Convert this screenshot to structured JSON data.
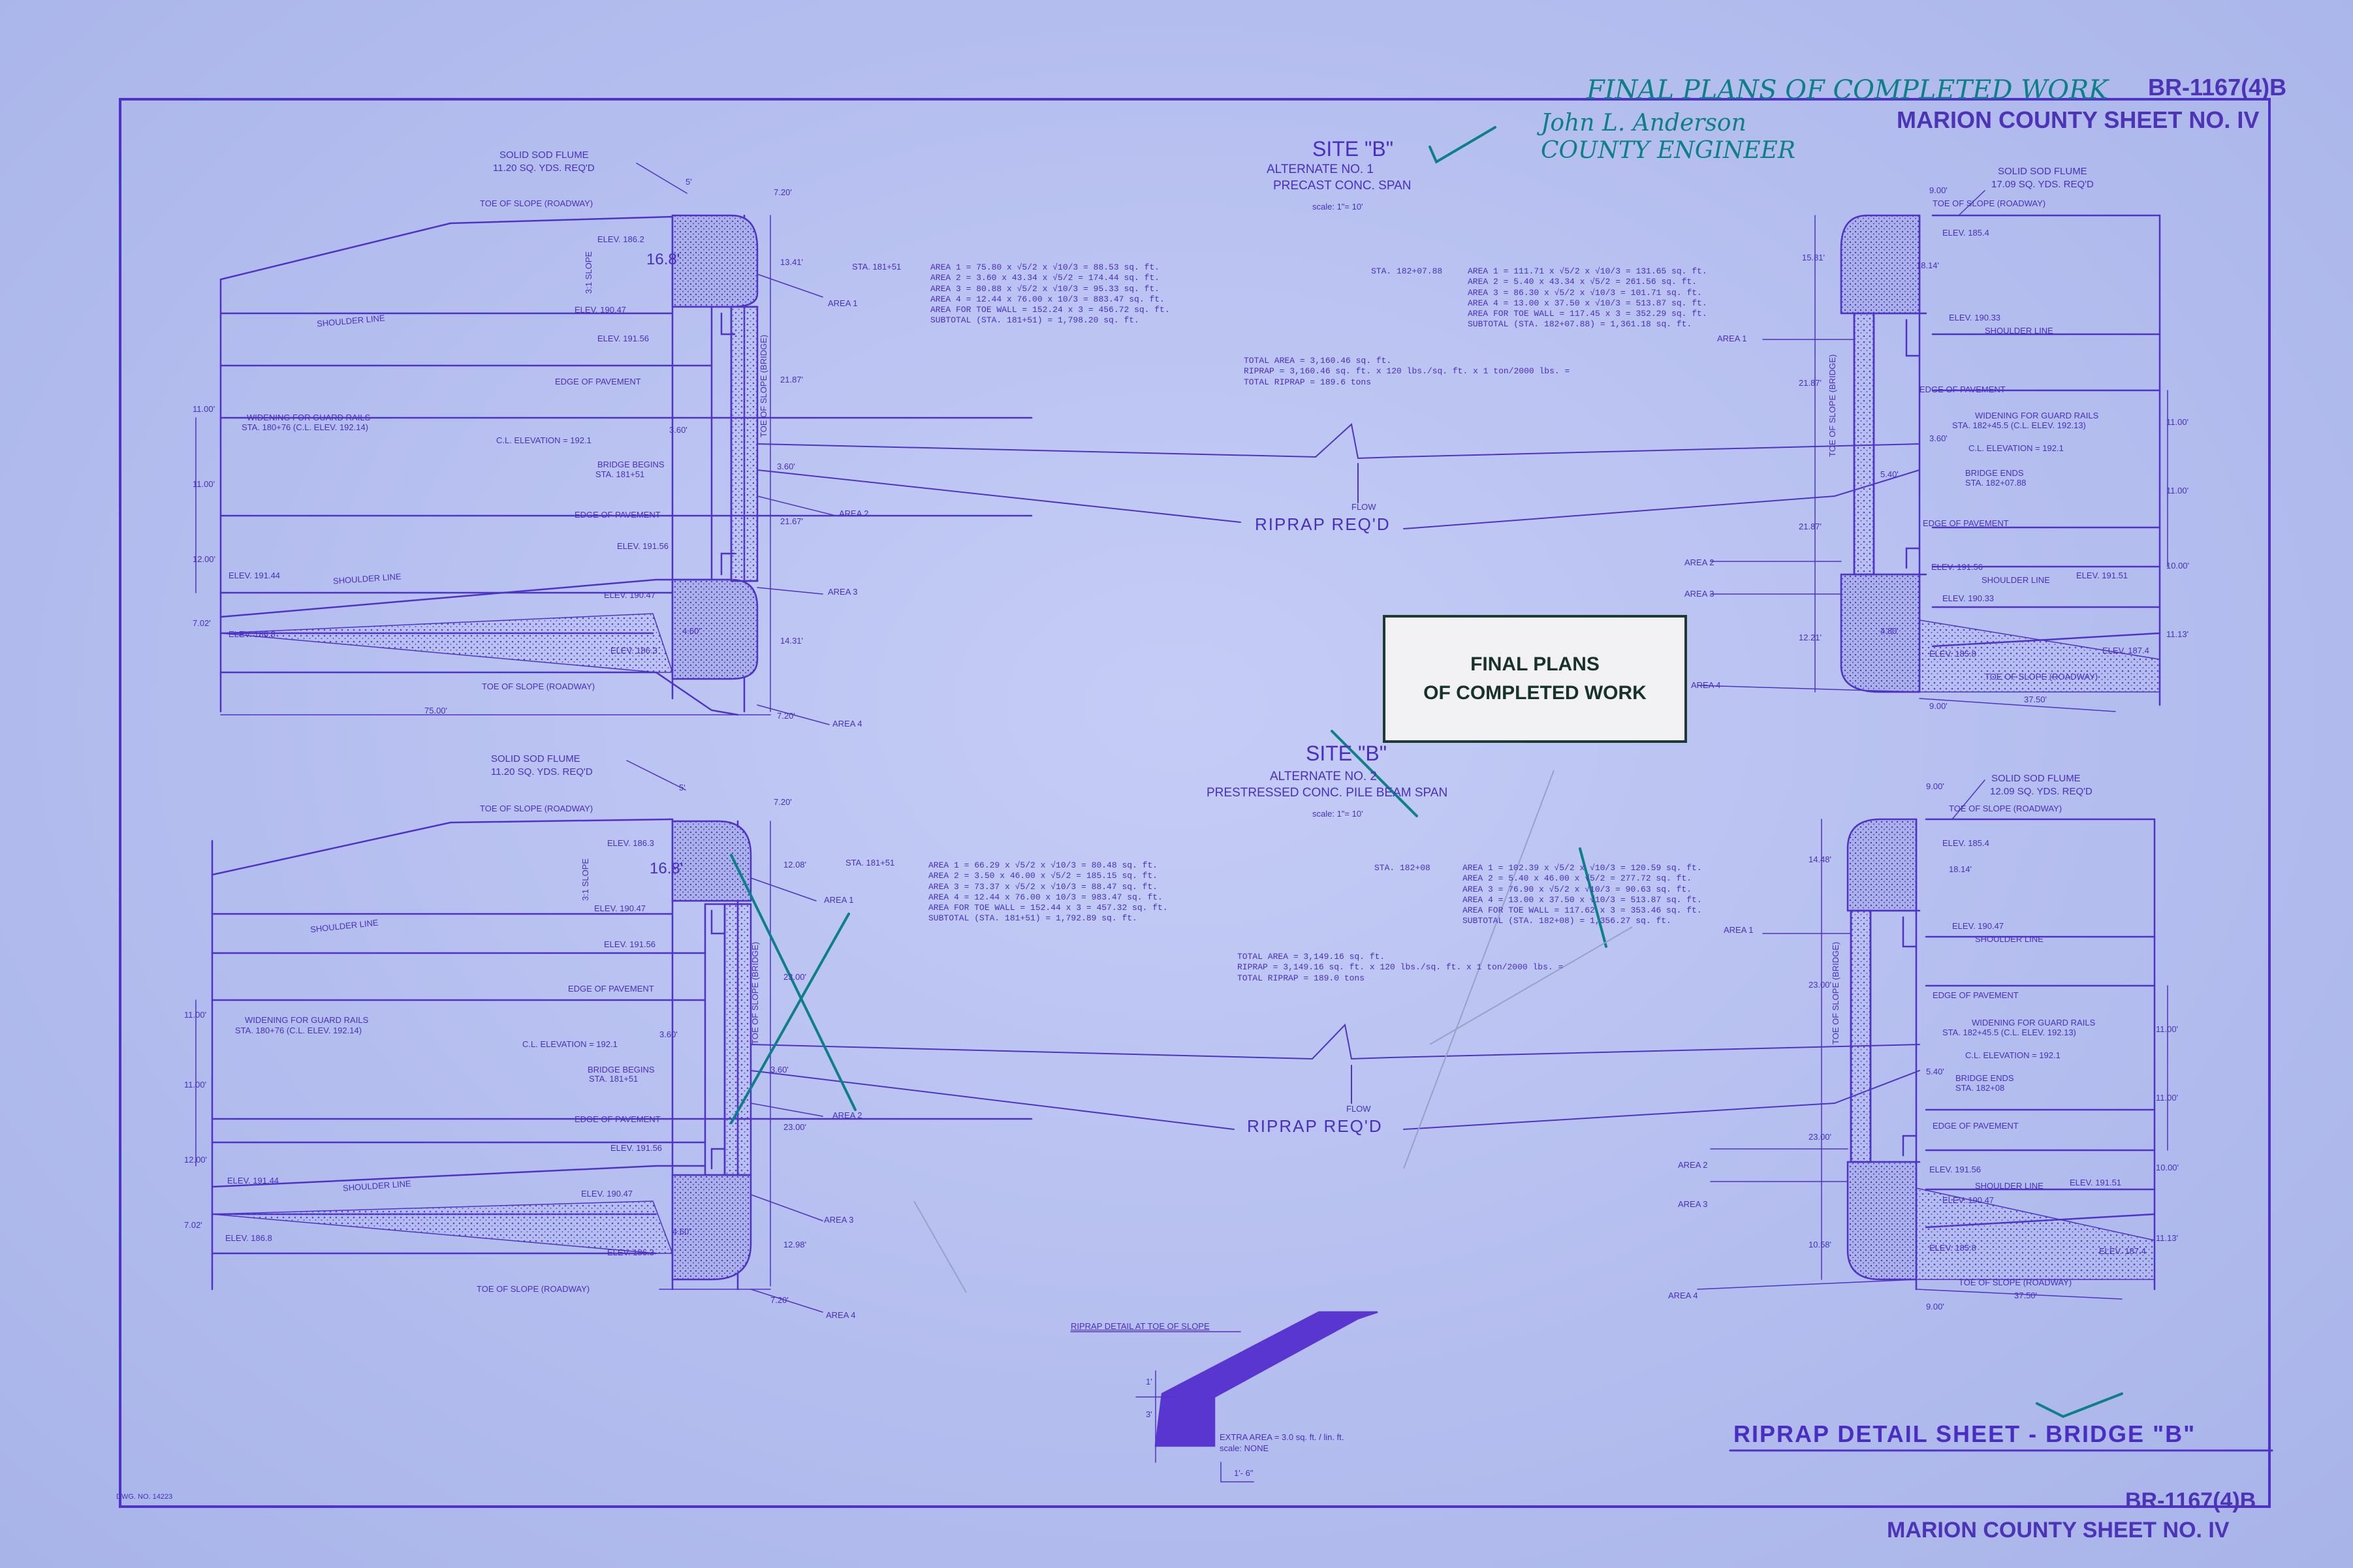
{
  "colors": {
    "paper": "#b4bff0",
    "ink": "#4a2ec4",
    "stamp_border": "#1e3b33",
    "handwriting": "#0d7f86"
  },
  "header": {
    "drawing_no": "BR-1167(4)B",
    "county_sheet": "MARION COUNTY  SHEET NO. IV"
  },
  "handwriting": {
    "line1": "FINAL PLANS OF COMPLETED WORK",
    "signature": "John L. Anderson",
    "line3": "COUNTY ENGINEER"
  },
  "stamp": {
    "line1": "FINAL PLANS",
    "line2": "OF COMPLETED WORK"
  },
  "alt1": {
    "site": "SITE \"B\"",
    "alternate": "ALTERNATE NO. 1",
    "span": "PRECAST CONC. SPAN",
    "scale": "scale: 1\"= 10'",
    "left": {
      "flume": "SOLID SOD FLUME",
      "flume_qty": "11.20 SQ. YDS. REQ'D",
      "toe_top": "TOE OF SLOPE (ROADWAY)",
      "elev_top": "ELEV. 186.2",
      "dim_168": "16.8'",
      "slope": "3:1 SLOPE",
      "shoulder_top": "SHOULDER LINE",
      "elev_19047": "ELEV. 190.47",
      "elev_19156": "ELEV. 191.56",
      "edge_pav_top": "EDGE OF PAVEMENT",
      "widening": "WIDENING FOR GUARD RAILS",
      "widening_sta": "STA. 180+76 (C.L. ELEV. 192.14)",
      "cl_elev": "C.L. ELEVATION = 192.1",
      "bridge_begins": "BRIDGE BEGINS",
      "bridge_begins_sta": "STA. 181+51",
      "edge_pav_bot": "EDGE OF PAVEMENT",
      "elev_19156b": "ELEV. 191.56",
      "shoulder_bot": "SHOULDER LINE",
      "elev_19144": "ELEV. 191.44",
      "elev_19047b": "ELEV. 190.47",
      "elev_1868": "ELEV. 186.8",
      "elev_1863": "ELEV. 186.3",
      "toe_bot": "TOE OF SLOPE (ROADWAY)",
      "dim_5": "5'",
      "dim_720a": "7.20'",
      "dim_1341": "13.41'",
      "dim_2187": "21.87'",
      "dim_360a": "3.60'",
      "dim_360b": "3.60'",
      "dim_2167": "21.67'",
      "dim_1431": "14.31'",
      "dim_1100a": "11.00'",
      "dim_1100b": "11.00'",
      "dim_1200": "12.00'",
      "dim_702": "7.02'",
      "dim_7500": "75.00'",
      "dim_720b": "7.20'",
      "dim_460": "4.60'",
      "area1": "AREA 1",
      "area2": "AREA 2",
      "area3": "AREA 3",
      "area4": "AREA 4",
      "sta": "STA. 181+51",
      "toe_wall": "TOE OF SLOPE (BRIDGE)"
    },
    "calc_left": [
      "AREA 1 =   75.80 x √5/2 x √10/3 =  88.53 sq. ft.",
      "AREA 2 =    3.60 x 43.34 x √5/2 = 174.44 sq. ft.",
      "AREA 3 =   80.88 x √5/2 x √10/3 =  95.33 sq. ft.",
      "AREA 4 =   12.44 x 76.00 x  10/3 = 883.47 sq. ft.",
      "AREA FOR TOE WALL = 152.24 x 3 = 456.72 sq. ft.",
      "SUBTOTAL (STA. 181+51) = 1,798.20 sq. ft."
    ],
    "calc_right_sta": "STA. 182+07.88",
    "calc_right": [
      "AREA 1 =  111.71 x √5/2 x √10/3 = 131.65 sq. ft.",
      "AREA 2 =    5.40 x 43.34 x √5/2 = 261.56 sq. ft.",
      "AREA 3 =   86.30 x √5/2 x √10/3 = 101.71 sq. ft.",
      "AREA 4 =   13.00 x 37.50 x √10/3 = 513.87 sq. ft.",
      "AREA FOR TOE WALL = 117.45 x 3 = 352.29 sq. ft.",
      "SUBTOTAL (STA. 182+07.88) = 1,361.18 sq. ft."
    ],
    "totals": [
      "TOTAL AREA = 3,160.46 sq. ft.",
      "RIPRAP = 3,160.46 sq. ft. x 120 lbs./sq. ft. x 1 ton/2000 lbs. =",
      "TOTAL RIPRAP = 189.6 tons"
    ],
    "flow": "FLOW",
    "riprap": "RIPRAP REQ'D",
    "right": {
      "flume": "SOLID SOD FLUME",
      "flume_qty": "17.09 SQ. YDS. REQ'D",
      "toe_top": "TOE OF SLOPE (ROADWAY)",
      "elev_top": "ELEV. 185.4",
      "dim_1814": "18.14'",
      "elev_19033": "ELEV. 190.33",
      "shoulder": "SHOULDER LINE",
      "edge_pav_top": "EDGE OF PAVEMENT",
      "widening": "WIDENING FOR GUARD RAILS",
      "widening_sta": "STA. 182+45.5 (C.L. ELEV. 192.13)",
      "cl_elev": "C.L. ELEVATION = 192.1",
      "bridge_ends": "BRIDGE ENDS",
      "bridge_ends_sta": "STA. 182+07.88",
      "edge_pav_bot": "EDGE OF PAVEMENT",
      "elev_19156": "ELEV. 191.56",
      "shoulder_bot": "SHOULDER LINE",
      "elev_19151": "ELEV. 191.51",
      "elev_19033b": "ELEV. 190.33",
      "elev_1858": "ELEV. 185.8",
      "elev_1874": "ELEV. 187.4",
      "toe_bot": "TOE OF SLOPE (ROADWAY)",
      "dim_900a": "9.00'",
      "dim_1581": "15.81'",
      "dim_2187a": "21.87'",
      "dim_360": "3.60'",
      "dim_540": "5.40'",
      "dim_2187b": "21.87'",
      "dim_1221": "12.21'",
      "dim_1100a": "11.00'",
      "dim_1100b": "11.00'",
      "dim_1000": "10.00'",
      "dim_1113": "11.13'",
      "dim_900b": "9.00'",
      "dim_3750": "37.50'",
      "dim_480": "4.80'",
      "area1": "AREA 1",
      "area2": "AREA 2",
      "area3": "AREA 3",
      "area4": "AREA 4",
      "toe_wall": "TOE OF SLOPE (BRIDGE)"
    }
  },
  "alt2": {
    "site": "SITE \"B\"",
    "alternate": "ALTERNATE NO. 2",
    "span": "PRESTRESSED CONC. PILE BEAM SPAN",
    "scale": "scale: 1\"= 10'",
    "left": {
      "flume": "SOLID SOD FLUME",
      "flume_qty": "11.20 SQ. YDS. REQ'D",
      "toe_top": "TOE OF SLOPE (ROADWAY)",
      "elev_top": "ELEV. 186.3",
      "dim_168": "16.8'",
      "slope": "3:1 SLOPE",
      "shoulder_top": "SHOULDER LINE",
      "elev_19047": "ELEV. 190.47",
      "elev_19156": "ELEV. 191.56",
      "edge_pav_top": "EDGE OF PAVEMENT",
      "widening": "WIDENING FOR GUARD RAILS",
      "widening_sta": "STA. 180+76 (C.L. ELEV. 192.14)",
      "cl_elev": "C.L. ELEVATION = 192.1",
      "bridge_begins": "BRIDGE BEGINS",
      "bridge_begins_sta": "STA. 181+51",
      "edge_pav_bot": "EDGE OF PAVEMENT",
      "elev_19156b": "ELEV. 191.56",
      "shoulder_bot": "SHOULDER LINE",
      "elev_19144": "ELEV. 191.44",
      "elev_19047b": "ELEV. 190.47",
      "elev_1868": "ELEV. 186.8",
      "elev_1863": "ELEV. 186.3",
      "toe_bot": "TOE OF SLOPE (ROADWAY)",
      "dim_5": "5'",
      "dim_720a": "7.20'",
      "dim_1208": "12.08'",
      "dim_2300a": "23.00'",
      "dim_360a": "3.60'",
      "dim_360b": "3.60'",
      "dim_2300b": "23.00'",
      "dim_1298": "12.98'",
      "dim_1100a": "11.00'",
      "dim_1100b": "11.00'",
      "dim_1200": "12.00'",
      "dim_702": "7.02'",
      "dim_720b": "7.20'",
      "dim_460": "4.60'",
      "area1": "AREA 1",
      "area2": "AREA 2",
      "area3": "AREA 3",
      "area4": "AREA 4",
      "sta": "STA. 181+51",
      "toe_wall": "TOE OF SLOPE (BRIDGE)"
    },
    "calc_left": [
      "AREA 1 =   66.29 x √5/2 x √10/3 =  80.48 sq. ft.",
      "AREA 2 =    3.50 x 46.00 x √5/2 = 185.15 sq. ft.",
      "AREA 3 =   73.37 x √5/2 x √10/3 =  88.47 sq. ft.",
      "AREA 4 =   12.44 x 76.00 x  10/3 = 983.47 sq. ft.",
      "AREA FOR TOE WALL = 152.44 x 3 = 457.32 sq. ft.",
      "SUBTOTAL (STA. 181+51) = 1,792.89 sq. ft."
    ],
    "calc_right_sta": "STA. 182+08",
    "calc_right": [
      "AREA 1 =  102.39 x √5/2 x √10/3 = 120.59 sq. ft.",
      "AREA 2 =    5.40 x 46.00 x √5/2 = 277.72 sq. ft.",
      "AREA 3 =   76.90 x √5/2 x √10/3 =  90.63 sq. ft.",
      "AREA 4 =   13.00 x 37.50 x √10/3 = 513.87 sq. ft.",
      "AREA FOR TOE WALL = 117.62 x 3 = 353.46 sq. ft.",
      "SUBTOTAL (STA. 182+08) = 1,356.27 sq. ft."
    ],
    "totals": [
      "TOTAL AREA = 3,149.16 sq. ft.",
      "RIPRAP = 3,149.16 sq. ft. x 120 lbs./sq. ft. x 1 ton/2000 lbs. =",
      "TOTAL RIPRAP = 189.0 tons"
    ],
    "flow": "FLOW",
    "riprap": "RIPRAP REQ'D",
    "right": {
      "flume": "SOLID SOD FLUME",
      "flume_qty": "12.09 SQ. YDS. REQ'D",
      "toe_top": "TOE OF SLOPE (ROADWAY)",
      "elev_top": "ELEV. 185.4",
      "dim_1814": "18.14'",
      "elev_19047": "ELEV. 190.47",
      "shoulder": "SHOULDER LINE",
      "edge_pav_top": "EDGE OF PAVEMENT",
      "widening": "WIDENING FOR GUARD RAILS",
      "widening_sta": "STA. 182+45.5 (C.L. ELEV. 192.13)",
      "cl_elev": "C.L. ELEVATION = 192.1",
      "bridge_ends": "BRIDGE ENDS",
      "bridge_ends_sta": "STA. 182+08",
      "edge_pav_bot": "EDGE OF PAVEMENT",
      "elev_19156": "ELEV. 191.56",
      "shoulder_bot": "SHOULDER LINE",
      "elev_19151": "ELEV. 191.51",
      "elev_19047b": "ELEV. 190.47",
      "elev_1858": "ELEV. 185.8",
      "elev_1874": "ELEV. 187.4",
      "toe_bot": "TOE OF SLOPE (ROADWAY)",
      "dim_900a": "9.00'",
      "dim_1448": "14.48'",
      "dim_2300a": "23.00'",
      "dim_540": "5.40'",
      "dim_2300b": "23.00'",
      "dim_1058": "10.58'",
      "dim_1100a": "11.00'",
      "dim_1100b": "11.00'",
      "dim_1000": "10.00'",
      "dim_1113": "11.13'",
      "dim_900b": "9.00'",
      "dim_3750": "37.50'",
      "area1": "AREA 1",
      "area2": "AREA 2",
      "area3": "AREA 3",
      "area4": "AREA 4",
      "toe_wall": "TOE OF SLOPE (BRIDGE)"
    }
  },
  "detail": {
    "title": "RIPRAP DETAIL AT TOE OF SLOPE",
    "dim_3": "3'",
    "dim_1": "1'",
    "extra_area": "EXTRA AREA = 3.0 sq. ft. / lin. ft.",
    "scale_none": "scale: NONE",
    "dim_6": "1'- 6\""
  },
  "sheet_title": "RIPRAP DETAIL SHEET - BRIDGE \"B\"",
  "footer": {
    "drawing_no": "BR-1167(4)B",
    "county_sheet": "MARION COUNTY  SHEET NO. IV",
    "file": "DWG. NO. 14223"
  }
}
